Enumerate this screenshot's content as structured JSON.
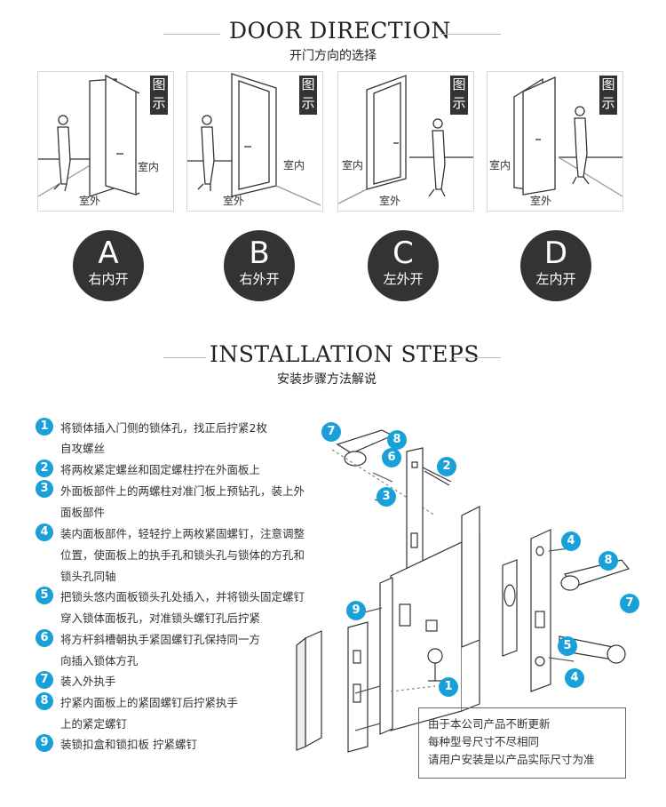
{
  "door_section": {
    "title": "DOOR DIRECTION",
    "subtitle": "开门方向的选择",
    "diagram_tag": [
      "图",
      "示"
    ],
    "indoor_label": "室内",
    "outdoor_label": "室外",
    "options": [
      {
        "letter": "A",
        "direction": "右内开"
      },
      {
        "letter": "B",
        "direction": "右外开"
      },
      {
        "letter": "C",
        "direction": "左外开"
      },
      {
        "letter": "D",
        "direction": "左内开"
      }
    ]
  },
  "install_section": {
    "title": "INSTALLATION STEPS",
    "subtitle": "安装步骤方法解说",
    "steps": [
      {
        "num": "1",
        "lines": [
          "将锁体插入门侧的锁体孔，找正后拧紧2枚",
          "自攻螺丝"
        ]
      },
      {
        "num": "2",
        "lines": [
          "将两枚紧定螺丝和固定螺柱拧在外面板上"
        ]
      },
      {
        "num": "3",
        "lines": [
          "外面板部件上的两螺柱对准门板上预钻孔，装上外",
          "面板部件"
        ]
      },
      {
        "num": "4",
        "lines": [
          "装内面板部件，轻轻拧上两枚紧固螺钉，注意调整",
          "位置，使面板上的执手孔和锁头孔与锁体的方孔和",
          "锁头孔同轴"
        ]
      },
      {
        "num": "5",
        "lines": [
          "把锁头悠内面板锁头孔处插入，并将锁头固定螺钉",
          "穿入锁体面板孔，对准锁头螺钉孔后拧紧"
        ]
      },
      {
        "num": "6",
        "lines": [
          "将方杆斜槽朝执手紧固螺钉孔保持同一方",
          "向插入锁体方孔"
        ]
      },
      {
        "num": "7",
        "lines": [
          "装入外执手"
        ]
      },
      {
        "num": "8",
        "lines": [
          "拧紧内面板上的紧固螺钉后拧紧执手",
          "上的紧定螺钉"
        ]
      },
      {
        "num": "9",
        "lines": [
          "装锁扣盒和锁扣板 拧紧螺钉"
        ]
      }
    ],
    "callouts": [
      "7",
      "8",
      "6",
      "2",
      "3",
      "4",
      "8",
      "7",
      "9",
      "5",
      "4",
      "1"
    ],
    "notice": [
      "由于本公司产品不断更新",
      "每种型号尺寸不尽相同",
      "请用户安装是以产品实际尺寸为准"
    ]
  },
  "colors": {
    "accent": "#1aa0d8",
    "dark": "#333333"
  }
}
